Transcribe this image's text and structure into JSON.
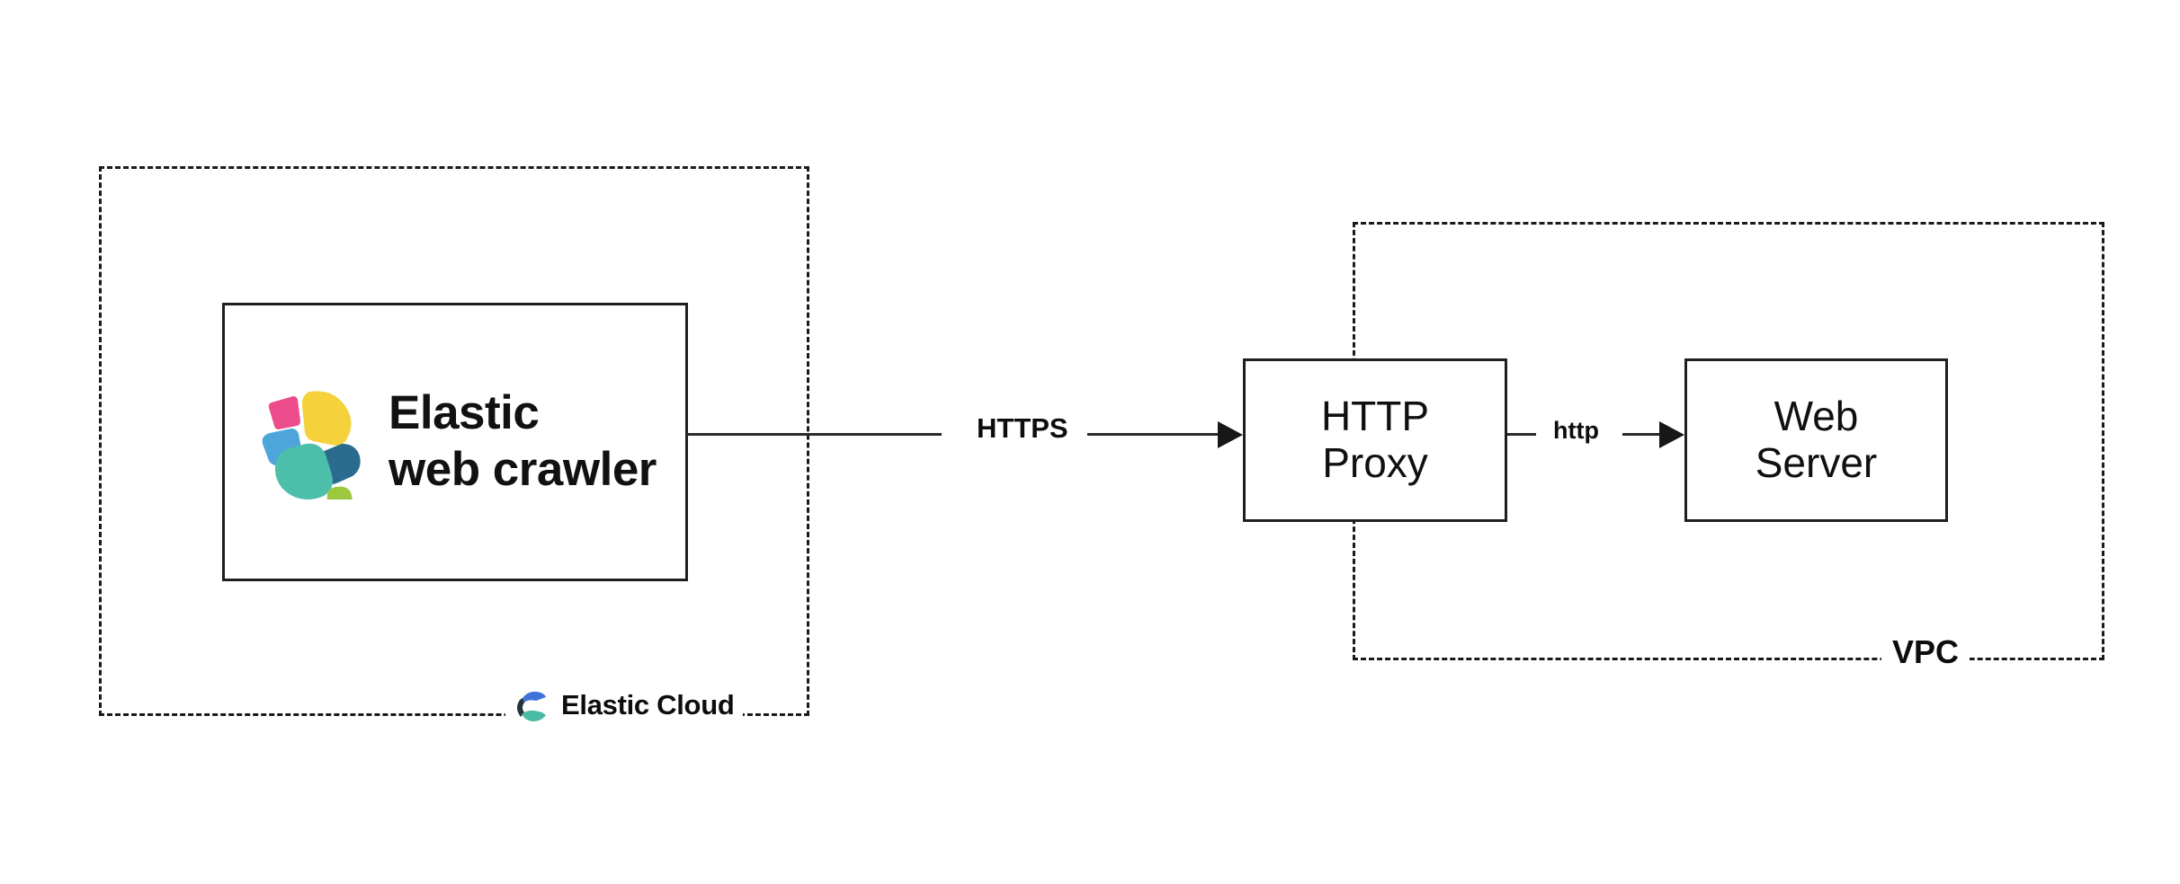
{
  "diagram": {
    "title": "Elastic web crawler via HTTP proxy to web server",
    "colors": {
      "stroke": "#1f1f1f",
      "dashed_stroke": "#1a1a1a",
      "text": "#0d0d0d",
      "elastic_pink": "#EC4C8C",
      "elastic_yellow": "#F5D13C",
      "elastic_blue": "#4DA5DB",
      "elastic_teal": "#4CBFAA",
      "elastic_darkblue": "#2A6B8F",
      "elastic_green": "#9BC83E",
      "cloud_blue": "#3E74D8",
      "cloud_navy": "#26323C",
      "cloud_teal": "#49BBA4"
    }
  },
  "boundaries": {
    "cloud": {
      "caption": "Elastic Cloud",
      "logo_name": "elastic-cloud-logo"
    },
    "vpc": {
      "caption": "VPC"
    }
  },
  "nodes": {
    "crawler": {
      "label": "Elastic\nweb crawler",
      "logo_name": "elastic-logo"
    },
    "proxy": {
      "label": "HTTP\nProxy"
    },
    "webserver": {
      "label": "Web\nServer"
    }
  },
  "edges": [
    {
      "id": "crawler-to-proxy",
      "label": "HTTPS",
      "from": "crawler",
      "to": "proxy",
      "arrow": "right"
    },
    {
      "id": "proxy-to-webserver",
      "label": "http",
      "from": "proxy",
      "to": "webserver",
      "arrow": "right"
    }
  ]
}
